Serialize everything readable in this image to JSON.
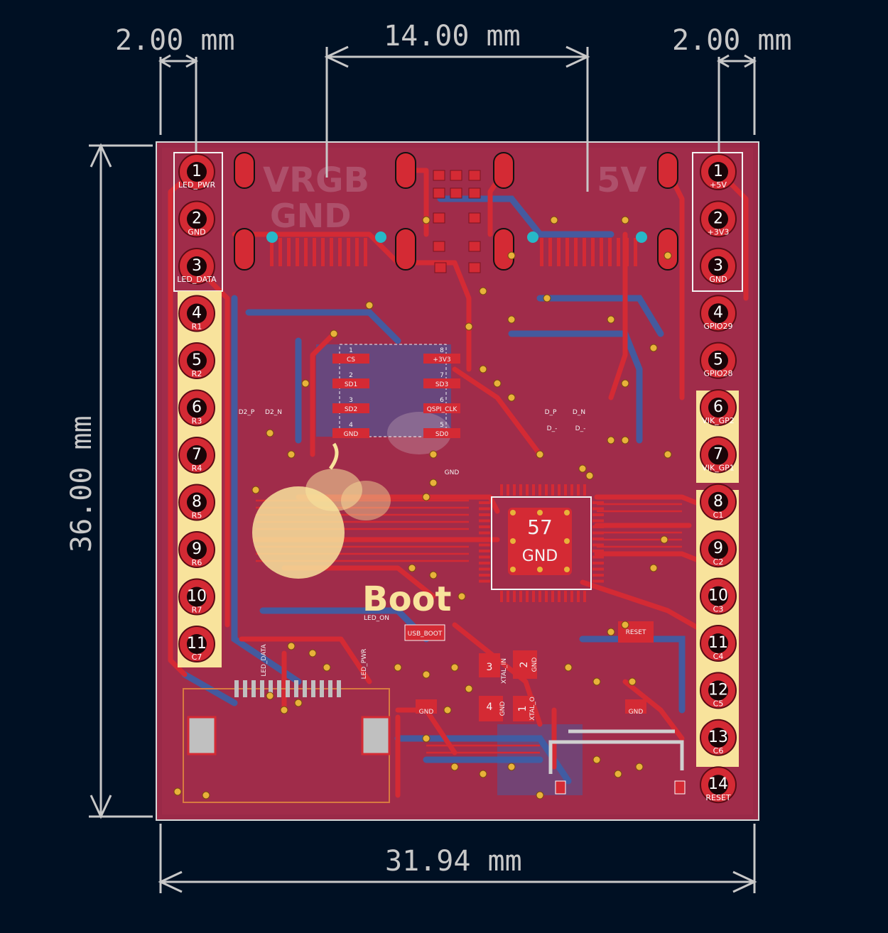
{
  "colors": {
    "background": "#001023",
    "board": "#9a2a48",
    "copper_front": "#c8232d",
    "copper_back": "#3b5fa8",
    "pad": "#c8232d",
    "pad_highlight": "#f8e39c",
    "silkscreen": "#f3f3f3",
    "dimension": "#c8c8c8",
    "via_cyan": "#27b8c8",
    "via": "#e8b23a"
  },
  "dimensions": {
    "left_gap": "2.00 mm",
    "top_span": "14.00 mm",
    "right_gap": "2.00 mm",
    "height": "36.00 mm",
    "width": "31.94 mm"
  },
  "left_header": [
    {
      "num": "1",
      "label": "LED_PWR"
    },
    {
      "num": "2",
      "label": "GND"
    },
    {
      "num": "3",
      "label": "LED_DATA"
    },
    {
      "num": "4",
      "label": "R1"
    },
    {
      "num": "5",
      "label": "R2"
    },
    {
      "num": "6",
      "label": "R3"
    },
    {
      "num": "7",
      "label": "R4"
    },
    {
      "num": "8",
      "label": "R5"
    },
    {
      "num": "9",
      "label": "R6"
    },
    {
      "num": "10",
      "label": "R7"
    },
    {
      "num": "11",
      "label": "C7"
    }
  ],
  "right_header": [
    {
      "num": "1",
      "label": "+5V"
    },
    {
      "num": "2",
      "label": "+3V3"
    },
    {
      "num": "3",
      "label": "GND"
    },
    {
      "num": "4",
      "label": "GPIO29"
    },
    {
      "num": "5",
      "label": "GPIO28"
    },
    {
      "num": "6",
      "label": "VIK_GP2"
    },
    {
      "num": "7",
      "label": "VIK_GP1"
    },
    {
      "num": "8",
      "label": "C1"
    },
    {
      "num": "9",
      "label": "C2"
    },
    {
      "num": "10",
      "label": "C3"
    },
    {
      "num": "11",
      "label": "C4"
    },
    {
      "num": "12",
      "label": "C5"
    },
    {
      "num": "13",
      "label": "C6"
    },
    {
      "num": "14",
      "label": "RESET"
    }
  ],
  "flash_chip": {
    "pins_left": [
      "CS",
      "SD1",
      "SD2",
      "GND"
    ],
    "pins_right": [
      "+3V3",
      "SD3",
      "QSPI_CLK",
      "SD0"
    ],
    "nums_left": [
      "1",
      "2",
      "3",
      "4"
    ],
    "nums_right": [
      "8",
      "7",
      "6",
      "5"
    ]
  },
  "mcu": {
    "pad_number": "57",
    "pad_net": "GND"
  },
  "crystal": {
    "pads": [
      {
        "num": "3",
        "net": "XTAL_IN"
      },
      {
        "num": "2",
        "net": "GND"
      },
      {
        "num": "4",
        "net": "GND"
      },
      {
        "num": "1",
        "net": "XTAL_O"
      }
    ]
  },
  "labels": {
    "reset": "RESET",
    "usb_boot": "USB_BOOT",
    "led_on": "LED_ON",
    "led_data": "LED_DATA",
    "led_pwr": "LED_PWR",
    "gnd1": "GND",
    "gnd2": "GND",
    "gnd3": "GND",
    "d2p": "D2_P",
    "d2n": "D2_N",
    "dp": "D_P",
    "dn": "D_N",
    "dminus": "D_-",
    "dminus2": "D_-"
  },
  "ghost_text": {
    "vrgb": "VRGB",
    "gnd": "GND",
    "five_v": "5V",
    "boot": "Boot"
  }
}
